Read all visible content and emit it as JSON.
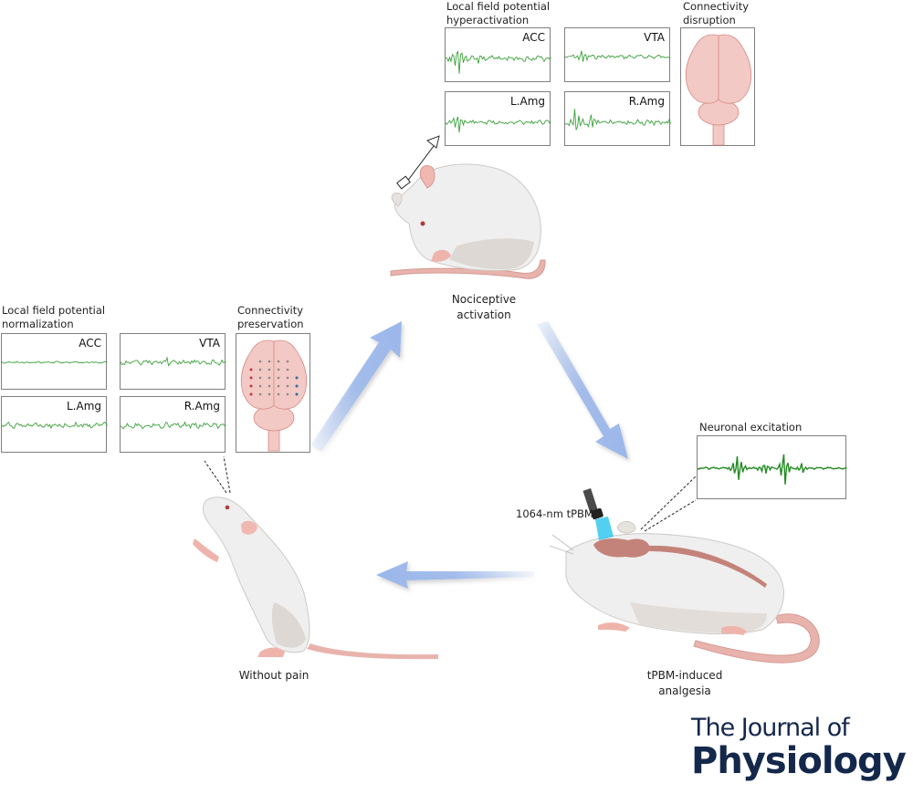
{
  "figure": {
    "top_group": {
      "lfp_title": "Local field potential\nhyperactivation",
      "lfp_title_lines": [
        "Local field potential",
        "hyperactivation"
      ],
      "connectivity_title_lines": [
        "Connectivity",
        "disruption"
      ],
      "panels": [
        {
          "region": "ACC",
          "state": "hyperactive"
        },
        {
          "region": "VTA",
          "state": "hyperactive"
        },
        {
          "region": "L.Amg",
          "state": "hyperactive"
        },
        {
          "region": "R.Amg",
          "state": "hyperactive"
        }
      ],
      "animal_caption_lines": [
        "Nociceptive",
        "activation"
      ]
    },
    "left_group": {
      "lfp_title_lines": [
        "Local field potential",
        "normalization"
      ],
      "connectivity_title_lines": [
        "Connectivity",
        "preservation"
      ],
      "panels": [
        {
          "region": "ACC",
          "state": "normal"
        },
        {
          "region": "VTA",
          "state": "normal"
        },
        {
          "region": "L.Amg",
          "state": "normal"
        },
        {
          "region": "R.Amg",
          "state": "normal"
        }
      ],
      "animal_caption": "Without pain"
    },
    "right_group": {
      "neuronal_title": "Neuronal excitation",
      "device_label": "1064-nm tPBM",
      "animal_caption_lines": [
        "tPBM-induced",
        "analgesia"
      ]
    },
    "arrows": [
      {
        "from": "without-pain",
        "to": "nociceptive-activation"
      },
      {
        "from": "nociceptive-activation",
        "to": "tpbm-analgesia"
      },
      {
        "from": "tpbm-analgesia",
        "to": "without-pain"
      }
    ],
    "colors": {
      "trace_green": "#3aa13a",
      "arrow_blue": "#9bb7ea",
      "brain_pink": "#f2c9c4",
      "journal_navy": "#14284b",
      "tpbm_beam": "#35c7ee"
    }
  },
  "journal": {
    "line1": "The Journal of",
    "line2": "Physiology"
  }
}
